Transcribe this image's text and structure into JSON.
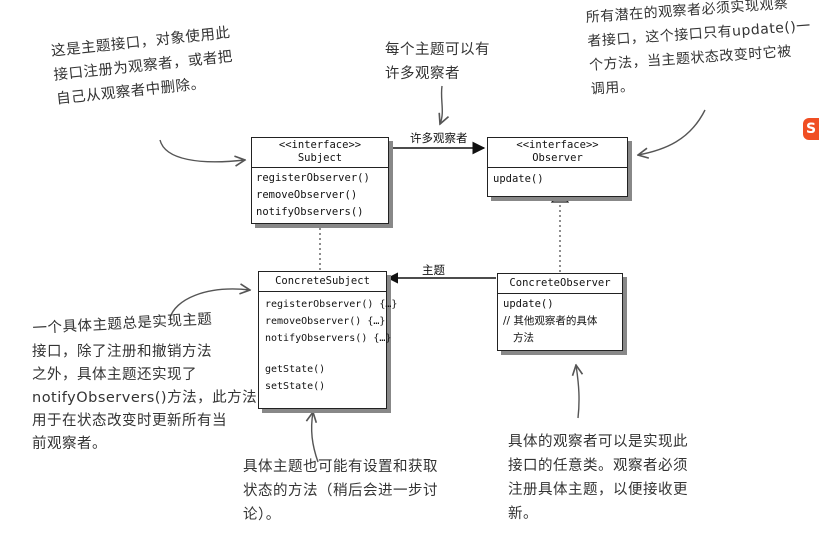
{
  "notes": {
    "subject_note": [
      "这是主题接口，对象使用此",
      "接口注册为观察者，或者把",
      "自己从观察者中删除。"
    ],
    "many_observers_note": [
      "每个主题可以有",
      "许多观察者"
    ],
    "observer_note": [
      "所有潜在的观察者必须实现观察",
      "者接口，这个接口只有update()一",
      "个方法，当主题状态改变时它被",
      "调用。"
    ],
    "concrete_subject_note": [
      "一个具体主题总是实现主题",
      "接口，除了注册和撤销方法",
      "之外，具体主题还实现了",
      "notifyObservers()方法，此方法",
      "用于在状态改变时更新所有当",
      "前观察者。"
    ],
    "getset_note": [
      "具体主题也可能有设置和获取",
      "状态的方法（稍后会进一步讨",
      "论）。"
    ],
    "concrete_observer_note": [
      "具体的观察者可以是实现此",
      "接口的任意类。观察者必须",
      "注册具体主题，以便接收更",
      "新。"
    ]
  },
  "subject": {
    "stereotype": "<<interface>>",
    "name": "Subject",
    "methods": [
      "registerObserver()",
      "removeObserver()",
      "notifyObservers()"
    ]
  },
  "observer": {
    "stereotype": "<<interface>>",
    "name": "Observer",
    "methods": [
      "update()"
    ]
  },
  "concrete_subject": {
    "name": "ConcreteSubject",
    "methods": [
      "registerObserver() {…}",
      "removeObserver() {…}",
      "notifyObservers() {…}"
    ],
    "state_methods": [
      "getState()",
      "setState()"
    ]
  },
  "concrete_observer": {
    "name": "ConcreteObserver",
    "methods": [
      "update()",
      "// 其他观察者的具体",
      "   方法"
    ]
  },
  "associations": {
    "subject_to_observer": "许多观察者",
    "observer_to_subject": "主题"
  },
  "logo_text": "S"
}
